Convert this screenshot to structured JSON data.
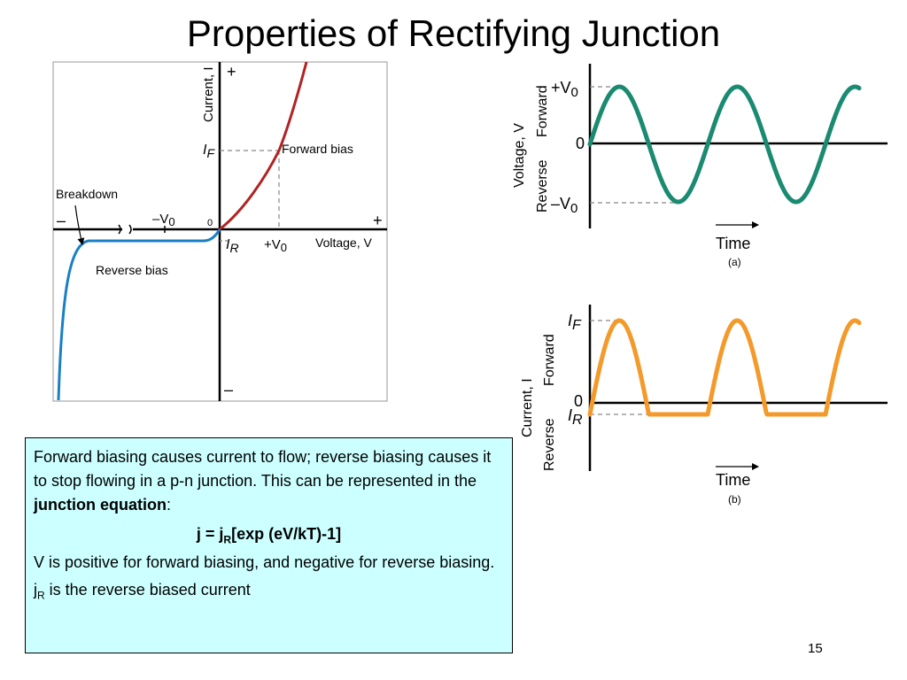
{
  "slide": {
    "title": "Properties of Rectifying Junction",
    "page_number": "15"
  },
  "iv_chart": {
    "current_axis": "Current, I",
    "voltage_axis": "Voltage, V",
    "plus_top": "+",
    "minus_bottom": "–",
    "minus_left": "–",
    "plus_right": "+",
    "origin": "0",
    "i_f": "I",
    "i_f_sub": "F",
    "i_r": "I",
    "i_r_sub": "R",
    "neg_v0": "–V",
    "neg_v0_sub": "0",
    "pos_v0": "+V",
    "pos_v0_sub": "0",
    "forward_bias": "Forward bias",
    "reverse_bias": "Reverse bias",
    "breakdown": "Breakdown",
    "colors": {
      "forward": "#b22222",
      "reverse": "#1a7fc4",
      "axis": "#000000",
      "guide": "#888888"
    }
  },
  "voltage_chart": {
    "y_label": "Voltage, V",
    "forward": "Forward",
    "reverse": "Reverse",
    "plus_v0": "+V",
    "plus_v0_sub": "0",
    "zero": "0",
    "minus_v0": "–V",
    "minus_v0_sub": "0",
    "x_label": "Time",
    "panel": "(a)",
    "color": "#1a8a70"
  },
  "current_chart": {
    "y_label": "Current, I",
    "forward": "Forward",
    "reverse": "Reverse",
    "i_f": "I",
    "i_f_sub": "F",
    "zero": "0",
    "i_r": "I",
    "i_r_sub": "R",
    "x_label": "Time",
    "panel": "(b)",
    "color": "#f39a2b"
  },
  "text_box": {
    "para1_text": "Forward biasing causes current to flow; reverse biasing causes it to stop flowing in a p-n junction. This can be represented in the ",
    "para1_bold": "junction equation",
    "para1_end": ":",
    "eq_start": "j = j",
    "eq_sub": "R",
    "eq_end": "[exp (eV/kT)-1]",
    "para3": "V is positive for forward biasing, and negative for reverse biasing.",
    "para4_j": "j",
    "para4_sub": "R",
    "para4_text": " is the reverse biased current"
  }
}
